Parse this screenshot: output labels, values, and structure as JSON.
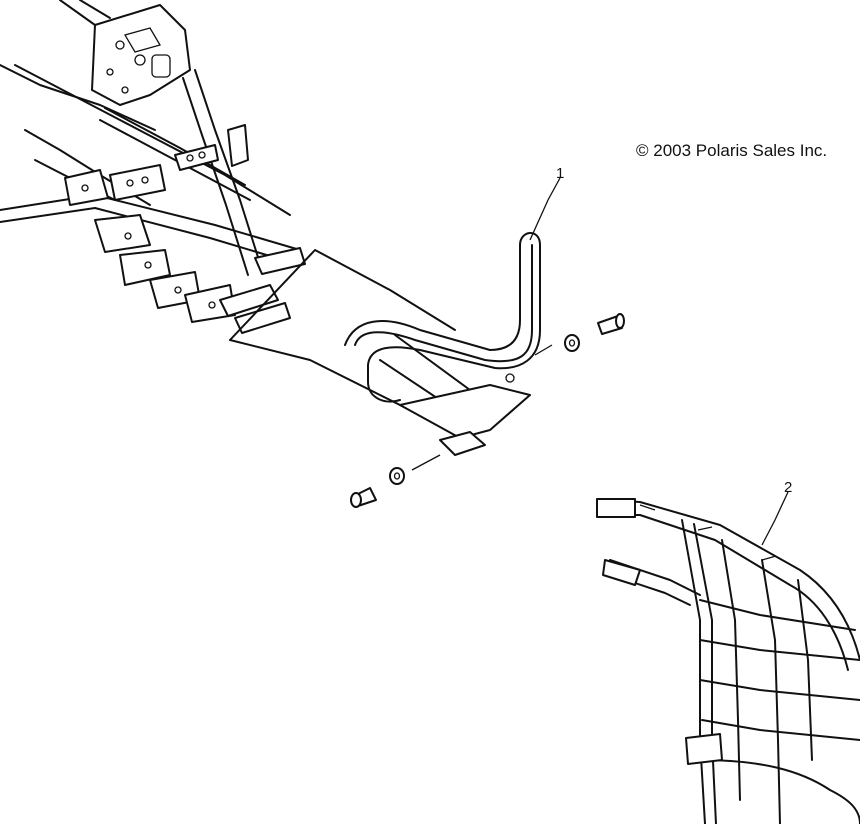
{
  "copyright": "© 2003 Polaris Sales Inc.",
  "callouts": [
    {
      "label": "1",
      "part": "nerf-bar-tube"
    },
    {
      "label": "2",
      "part": "nerf-bar-net-assembly"
    }
  ]
}
